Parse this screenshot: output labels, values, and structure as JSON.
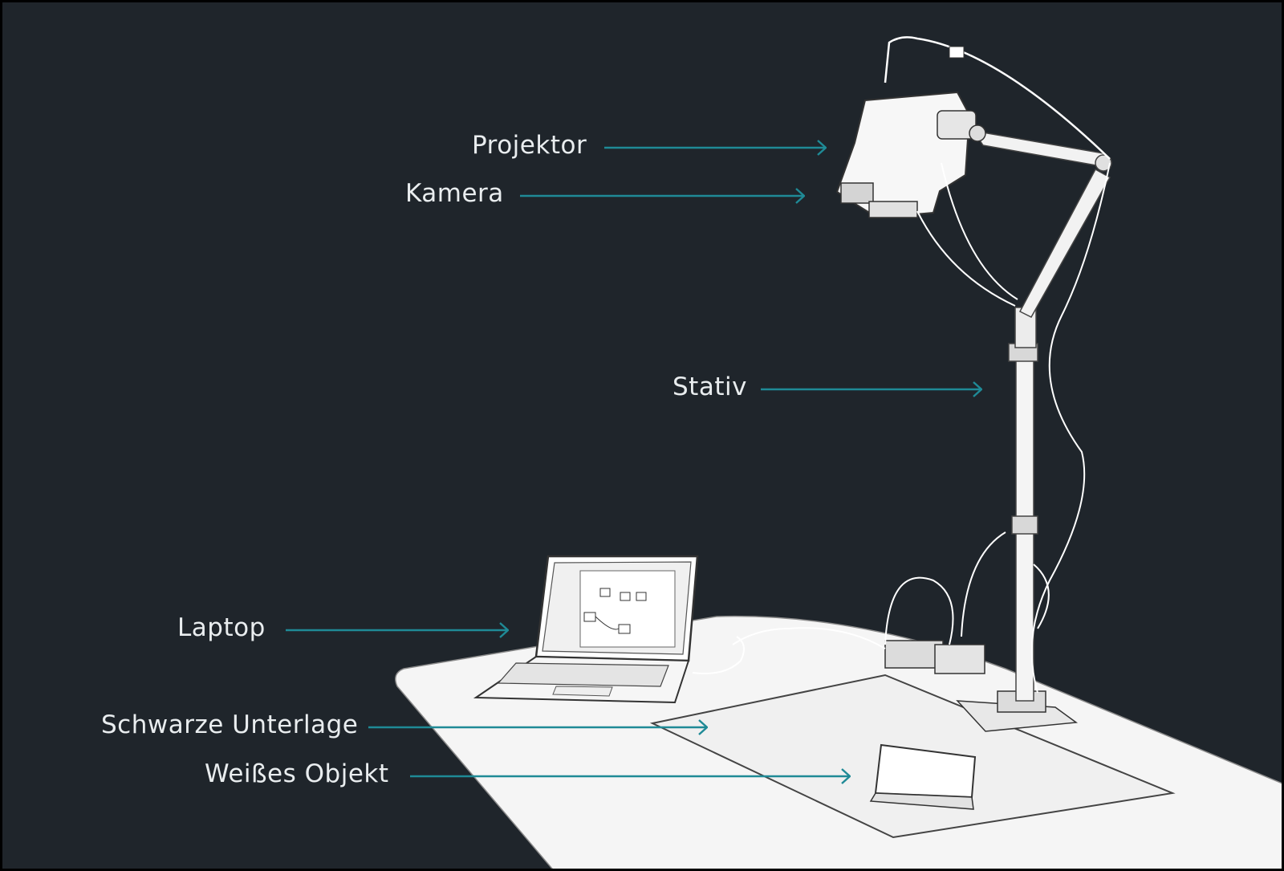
{
  "colors": {
    "background": "#1f252b",
    "arrow": "#1f8a96",
    "label_text": "#e9edef",
    "drawing": "#ffffff"
  },
  "labels": {
    "projektor": "Projektor",
    "kamera": "Kamera",
    "stativ": "Stativ",
    "laptop": "Laptop",
    "schwarze_unterlage": "Schwarze Unterlage",
    "weisses_objekt": "Weißes Objekt"
  }
}
